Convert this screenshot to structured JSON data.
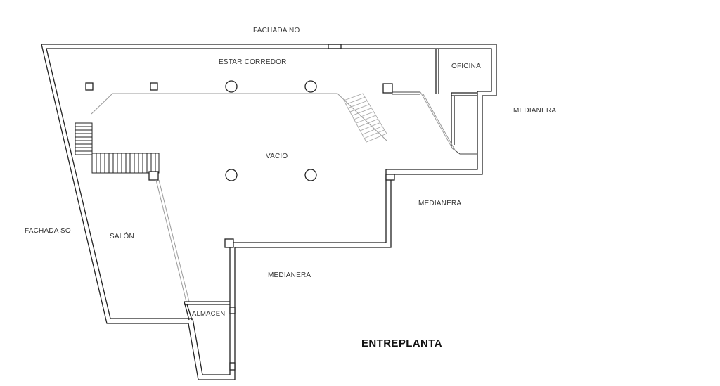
{
  "plan": {
    "title": "ENTREPLANTA",
    "labels": {
      "fachada_no": "FACHADA NO",
      "estar_corredor": "ESTAR CORREDOR",
      "oficina": "OFICINA",
      "medianera_right": "MEDIANERA",
      "vacio": "VACIO",
      "medianera_middle": "MEDIANERA",
      "fachada_so": "FACHADA SO",
      "salon": "SALÓN",
      "medianera_bottom": "MEDIANERA",
      "almacen": "ALMACEN"
    },
    "colors": {
      "wall": "#222222",
      "secondary_line": "#9a9a9a",
      "background": "#ffffff"
    }
  }
}
